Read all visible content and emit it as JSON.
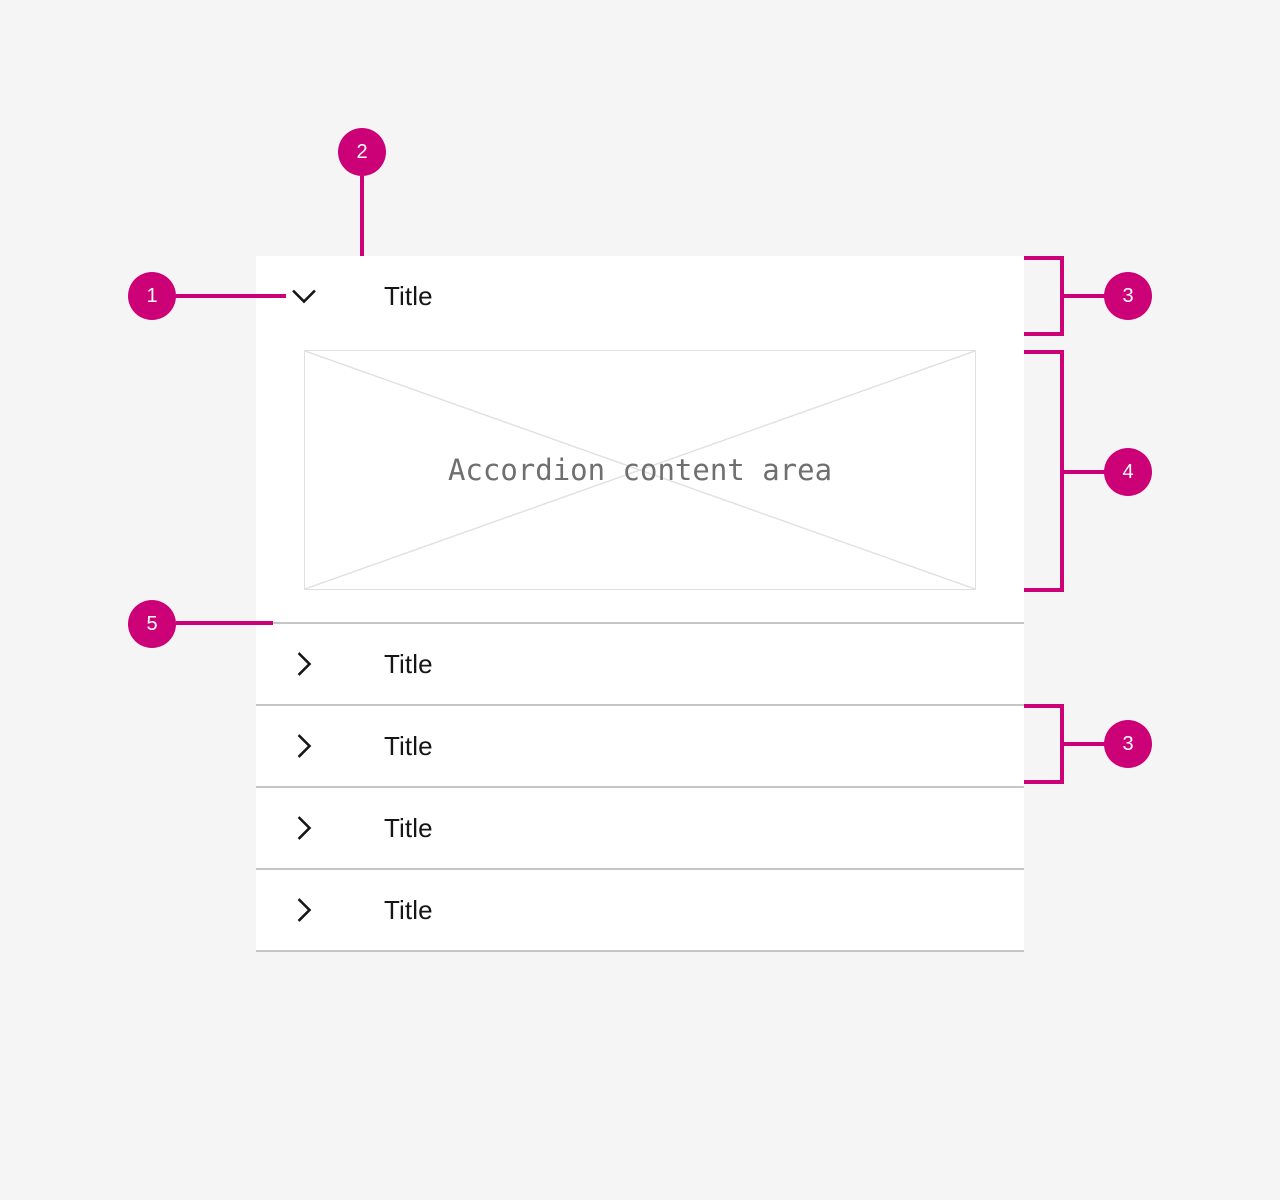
{
  "page": {
    "background_color": "#f5f5f5",
    "accent_color": "#cc0077",
    "card_background": "#ffffff",
    "divider_color": "#c6c6c6",
    "title_color": "#161616",
    "placeholder_text_color": "#6f6f6f"
  },
  "accordion": {
    "items": [
      {
        "title": "Title",
        "state": "expanded",
        "icon": "chevron-down-icon",
        "content": {
          "label": "Accordion content area",
          "type": "placeholder-box"
        }
      },
      {
        "title": "Title",
        "state": "collapsed",
        "icon": "chevron-right-icon"
      },
      {
        "title": "Title",
        "state": "collapsed",
        "icon": "chevron-right-icon"
      },
      {
        "title": "Title",
        "state": "collapsed",
        "icon": "chevron-right-icon"
      },
      {
        "title": "Title",
        "state": "collapsed",
        "icon": "chevron-right-icon"
      }
    ]
  },
  "annotations": [
    {
      "number": "1",
      "target": "chevron-toggle-icon"
    },
    {
      "number": "2",
      "target": "accordion-title"
    },
    {
      "number": "3",
      "target": "accordion-header-row"
    },
    {
      "number": "4",
      "target": "accordion-content-area"
    },
    {
      "number": "5",
      "target": "accordion-divider"
    },
    {
      "number": "3",
      "target": "accordion-header-row"
    }
  ]
}
